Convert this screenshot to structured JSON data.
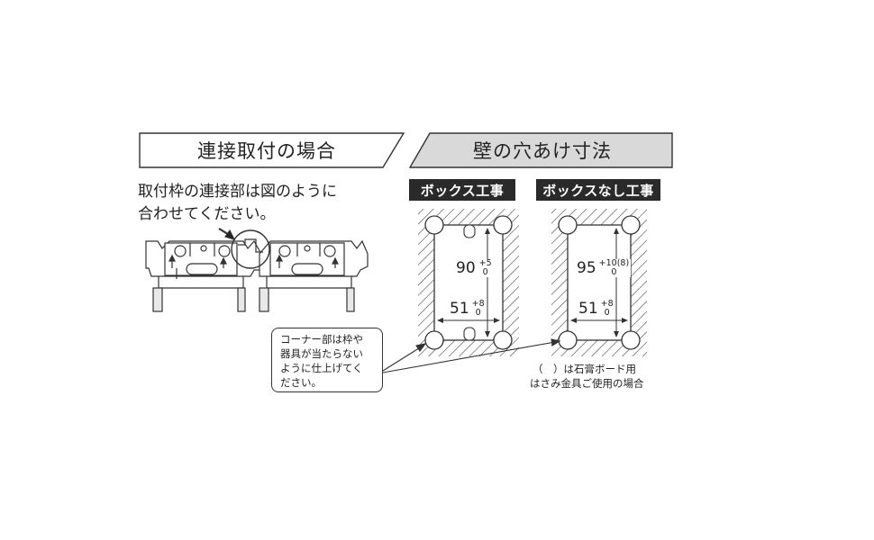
{
  "header": {
    "left_title": "連接取付の場合",
    "right_title": "壁の穴あけ寸法"
  },
  "instruction": {
    "line1": "取付枠の連接部は図のように",
    "line2": "合わせてください。"
  },
  "panels": [
    {
      "label": "ボックス工事",
      "height_value": "90",
      "height_tol_upper": "+5",
      "height_tol_lower": "0",
      "width_value": "51",
      "width_tol_upper": "+8",
      "width_tol_lower": "0"
    },
    {
      "label": "ボックスなし工事",
      "height_value": "95",
      "height_tol_upper": "+10(8)",
      "height_tol_lower": "0",
      "width_value": "51",
      "width_tol_upper": "+8",
      "width_tol_lower": "0"
    }
  ],
  "callout": {
    "line1": "コーナー部は枠や",
    "line2": "器具が当たらない",
    "line3": "ように仕上げてく",
    "line4": "ださい。"
  },
  "footnote": {
    "line1": "（　）は石膏ボード用",
    "line2": "はさみ金具ご使用の場合"
  },
  "colors": {
    "header_fill": "#d9d9d9",
    "label_fill": "#2a2a2a",
    "line": "#333333"
  }
}
